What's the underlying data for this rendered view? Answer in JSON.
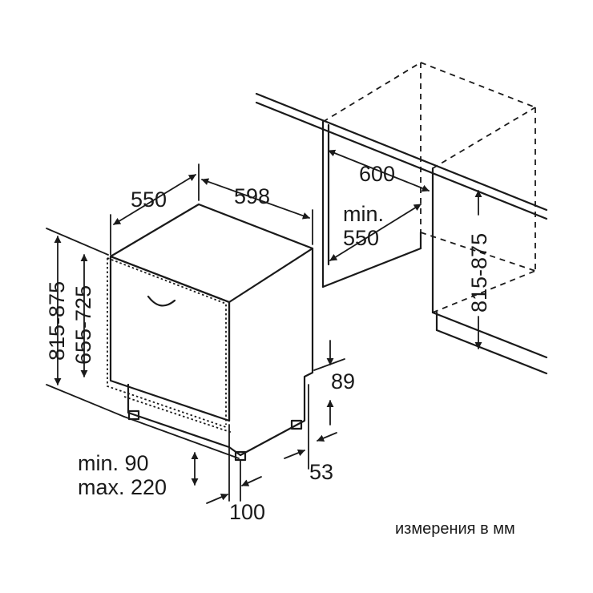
{
  "dimensions": {
    "width": "598",
    "depth": "550",
    "height_range": "815-875",
    "door_height_range": "655-725",
    "niche_width": "600",
    "niche_depth_line1": "min.",
    "niche_depth_line2": "550",
    "niche_height_range": "815-875",
    "plinth_height": "89",
    "plinth_recess": "53",
    "toe_line1": "min. 90",
    "toe_line2": "max. 220",
    "toe_depth": "100"
  },
  "footer": {
    "units_note": "измерения в мм"
  },
  "colors": {
    "line": "#1a1a1a",
    "background": "#ffffff"
  }
}
